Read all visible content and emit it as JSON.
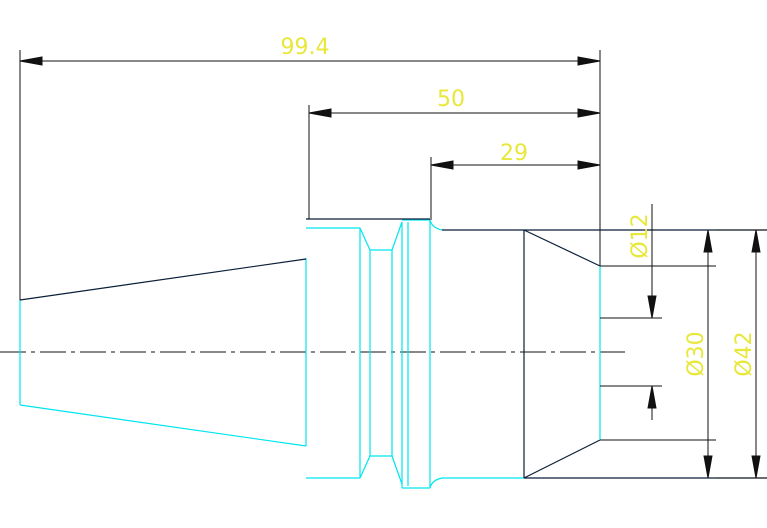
{
  "dimensions": {
    "overall_length": "99.4",
    "shank_length": "50",
    "bore_depth": "29",
    "bore_dia_small": "Ø12",
    "bore_dia_mid": "Ø30",
    "outer_dia": "Ø42"
  },
  "colors": {
    "part_outline": "#00e5ee",
    "body_outline": "#0a1f3a",
    "dimension_line": "#111111",
    "dimension_text": "#e8e83a",
    "centerline": "#111111",
    "background": "#ffffff"
  }
}
